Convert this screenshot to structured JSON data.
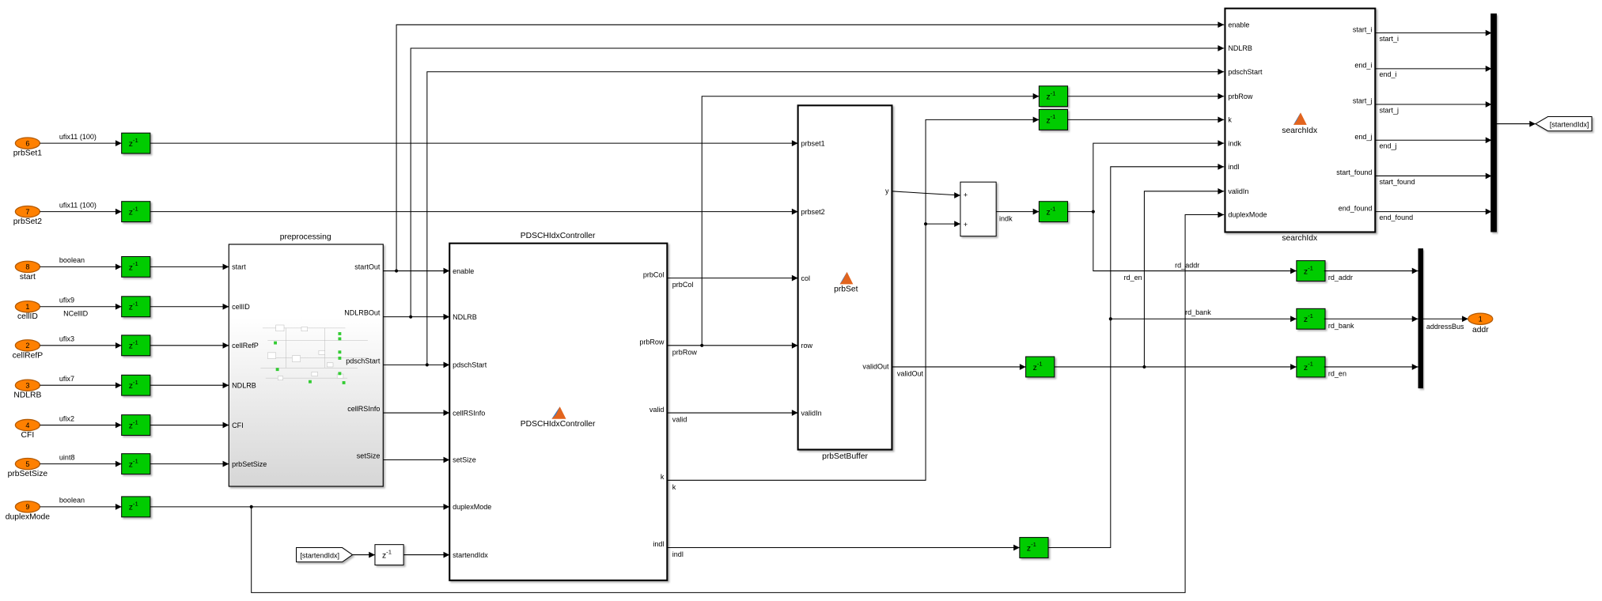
{
  "colors": {
    "inport": "#ff8000",
    "inport_border": "#b35900",
    "delay": "#00cc00",
    "wire": "#000000",
    "block_border": "#000000"
  },
  "delay": {
    "base": "z",
    "exponent": "-1"
  },
  "inports": [
    {
      "number": "6",
      "name": "prbSet1",
      "dtype": "ufix11 (100)"
    },
    {
      "number": "7",
      "name": "prbSet2",
      "dtype": "ufix11 (100)"
    },
    {
      "number": "8",
      "name": "start",
      "dtype": "boolean"
    },
    {
      "number": "1",
      "name": "cellID",
      "dtype": "ufix9",
      "signal": "NCellID"
    },
    {
      "number": "2",
      "name": "cellRefP",
      "dtype": "ufix3"
    },
    {
      "number": "3",
      "name": "NDLRB",
      "dtype": "ufix7"
    },
    {
      "number": "4",
      "name": "CFI",
      "dtype": "ufix2"
    },
    {
      "number": "5",
      "name": "prbSetSize",
      "dtype": "uint8"
    },
    {
      "number": "9",
      "name": "duplexMode",
      "dtype": "boolean"
    }
  ],
  "preprocessing": {
    "title": "preprocessing",
    "inputs": [
      "start",
      "cellID",
      "cellRefP",
      "NDLRB",
      "CFI",
      "prbSetSize"
    ],
    "outputs": [
      "startOut",
      "NDLRBOut",
      "pdschStart",
      "cellRSInfo",
      "setSize"
    ]
  },
  "controller": {
    "title": "PDSCHIdxController",
    "center_label": "PDSCHIdxController",
    "inputs": [
      "enable",
      "NDLRB",
      "pdschStart",
      "cellRSInfo",
      "setSize",
      "duplexMode",
      "startendIdx"
    ],
    "outputs": [
      "prbCol",
      "prbRow",
      "valid",
      "k",
      "indl"
    ]
  },
  "prbSetBuffer": {
    "title": "prbSetBuffer",
    "center_label": "prbSet",
    "inputs": [
      "prbset1",
      "prbset2",
      "col",
      "row",
      "validIn"
    ],
    "outputs": [
      "y",
      "validOut"
    ]
  },
  "sum": {
    "signs": [
      "+",
      "+"
    ]
  },
  "searchIdx": {
    "title": "searchIdx",
    "center_label": "searchIdx",
    "inputs": [
      "enable",
      "NDLRB",
      "pdschStart",
      "prbRow",
      "k",
      "indk",
      "indl",
      "validIn",
      "duplexMode"
    ],
    "outputs": [
      "start_i",
      "end_i",
      "start_j",
      "end_j",
      "start_found",
      "end_found"
    ]
  },
  "signals": {
    "prbCol": "prbCol",
    "prbRow": "prbRow",
    "valid": "valid",
    "k": "k",
    "indl": "indl",
    "validOut": "validOut",
    "indk": "indk",
    "rd_addr": "rd_addr",
    "rd_en": "rd_en",
    "rd_bank": "rd_bank",
    "rd_addr_out": "rd_addr",
    "rd_bank_out": "rd_bank",
    "rd_en_out": "rd_en",
    "start_i": "start_i",
    "end_i": "end_i",
    "start_j": "start_j",
    "end_j": "end_j",
    "start_found": "start_found",
    "end_found": "end_found",
    "addressBus": "addressBus"
  },
  "goto_tag": "[startendIdx]",
  "from_tag": "[startendIdx]",
  "outport": {
    "number": "1",
    "name": "addr"
  }
}
